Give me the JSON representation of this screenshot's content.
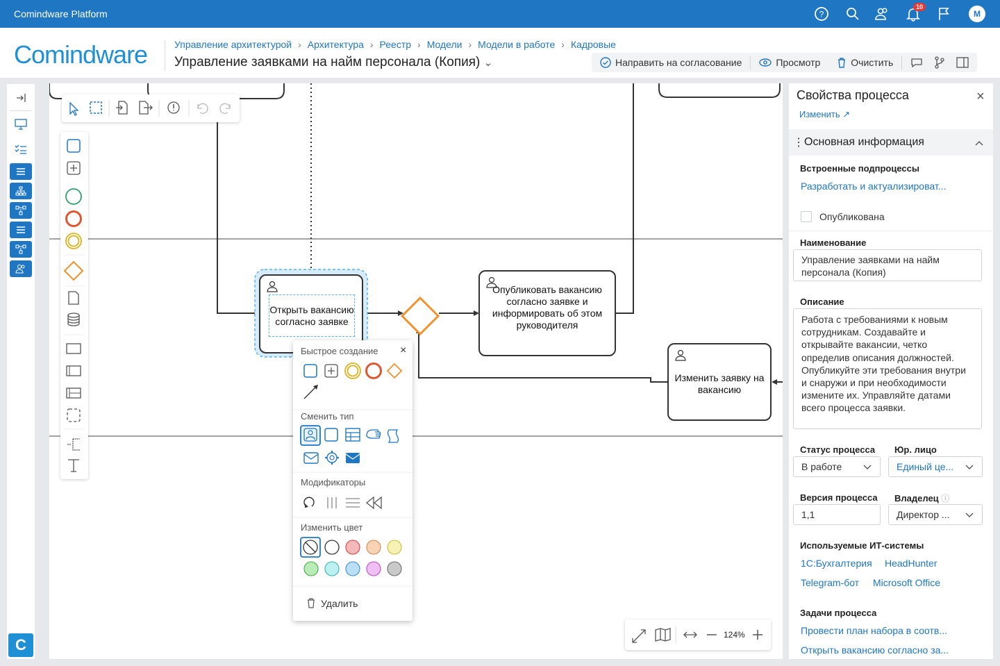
{
  "app": {
    "title": "Comindware Platform",
    "notifications_count": "10",
    "user_initial": "M",
    "logo": "Comindware"
  },
  "breadcrumbs": [
    "Управление архитектурой",
    "Архитектура",
    "Реестр",
    "Модели",
    "Модели в работе",
    "Кадровые"
  ],
  "page_title": "Управление заявками на найм персонала (Копия)",
  "actions": {
    "send": "Направить на согласование",
    "preview": "Просмотр",
    "clear": "Очистить"
  },
  "diagram": {
    "task_open": "Открыть вакансию согласно заявке",
    "task_publish": "Опубликовать вакансию согласно заявке и информировать об этом руководителя",
    "task_change": "Изменить заявку на вакансию"
  },
  "popup": {
    "quick_create": "Быстрое создание",
    "change_type": "Сменить тип",
    "modifiers": "Модификаторы",
    "change_color": "Изменить цвет",
    "delete": "Удалить"
  },
  "zoom": "124%",
  "props": {
    "title": "Свойства процесса",
    "edit": "Изменить",
    "section": "Основная информация",
    "subprocesses_label": "Встроенные подпроцессы",
    "subprocesses_value": "Разработать и актуализироват...",
    "published_label": "Опубликована",
    "name_label": "Наименование",
    "name_value": "Управление заявками на найм персонала (Копия)",
    "desc_label": "Описание",
    "desc_value": "Работа с требованиями к новым сотрудникам. Создавайте и открывайте вакансии, четко определив описания должностей. Опубликуйте эти требования внутри и снаружи и при необходимости измените их. Управляйте датами всего процесса заявки.",
    "status_label": "Статус процесса",
    "status_value": "В работе",
    "legal_label": "Юр. лицо",
    "legal_value": "Единый це...",
    "version_label": "Версия процесса",
    "version_value": "1,1",
    "owner_label": "Владелец",
    "owner_value": "Директор ...",
    "it_label": "Используемые ИТ-системы",
    "it_systems": [
      "1С:Бухгалтерия",
      "HeadHunter",
      "Telegram-бот",
      "Microsoft Office"
    ],
    "tasks_label": "Задачи процесса",
    "tasks": [
      "Провести план набора в соотв...",
      "Открыть вакансию согласно за..."
    ]
  },
  "colors": {
    "accent": "#1f76c2",
    "gateway": "#f0922b",
    "start": "#2e9e6b",
    "end": "#e0562f",
    "intermediate": "#d9b21c"
  }
}
